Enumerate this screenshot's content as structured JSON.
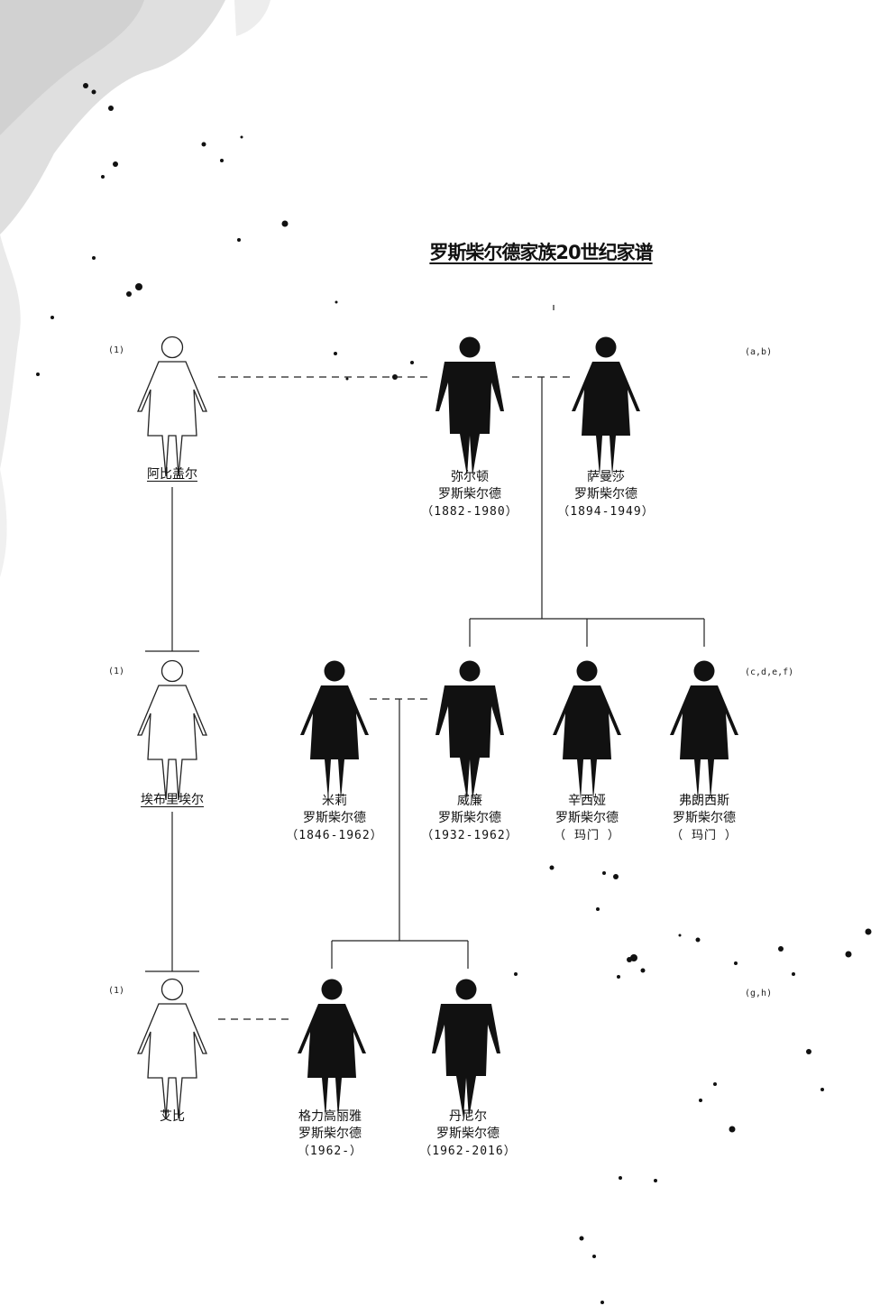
{
  "title": "罗斯柴尔德家族20世纪家谱",
  "colors": {
    "ink": "#111111",
    "paper": "#ffffff",
    "splatter": "#bdbdbd"
  },
  "notes": {
    "row1_left": "(1)",
    "row1_right": "(a,b)",
    "row2_left": "(1)",
    "row2_right": "(c,d,e,f)",
    "row3_left": "(1)",
    "row3_right": "(g,h)"
  },
  "people": {
    "abigail": {
      "name": "阿比盖尔",
      "figure": "female-outline-icon"
    },
    "miron": {
      "name": "弥尔顿",
      "surname": "罗斯柴尔德",
      "dates": "（1882-1980）",
      "figure": "male-solid-icon"
    },
    "samantha": {
      "name": "萨曼莎",
      "surname": "罗斯柴尔德",
      "dates": "（1894-1949）",
      "figure": "female-solid-icon"
    },
    "abriel": {
      "name": "埃布里埃尔",
      "figure": "female-outline-icon"
    },
    "millie": {
      "name": "米莉",
      "surname": "罗斯柴尔德",
      "dates": "（1846-1962）",
      "figure": "female-solid-icon"
    },
    "william": {
      "name": "威廉",
      "surname": "罗斯柴尔德",
      "dates": "（1932-1962）",
      "figure": "male-solid-icon"
    },
    "cynthia": {
      "name": "辛西娅",
      "surname": "罗斯柴尔德",
      "dates": "（  玛门  ）",
      "figure": "female-solid-icon"
    },
    "frances": {
      "name": "弗朗西斯",
      "surname": "罗斯柴尔德",
      "dates": "（  玛门  ）",
      "figure": "female-solid-icon"
    },
    "abby": {
      "name": "艾比",
      "figure": "female-outline-icon"
    },
    "gloria": {
      "name": "格力高丽雅",
      "surname": "罗斯柴尔德",
      "dates": "（1962-）",
      "figure": "female-solid-icon"
    },
    "daniel": {
      "name": "丹尼尔",
      "surname": "罗斯柴尔德",
      "dates": "（1962-2016）",
      "figure": "male-solid-icon"
    }
  }
}
